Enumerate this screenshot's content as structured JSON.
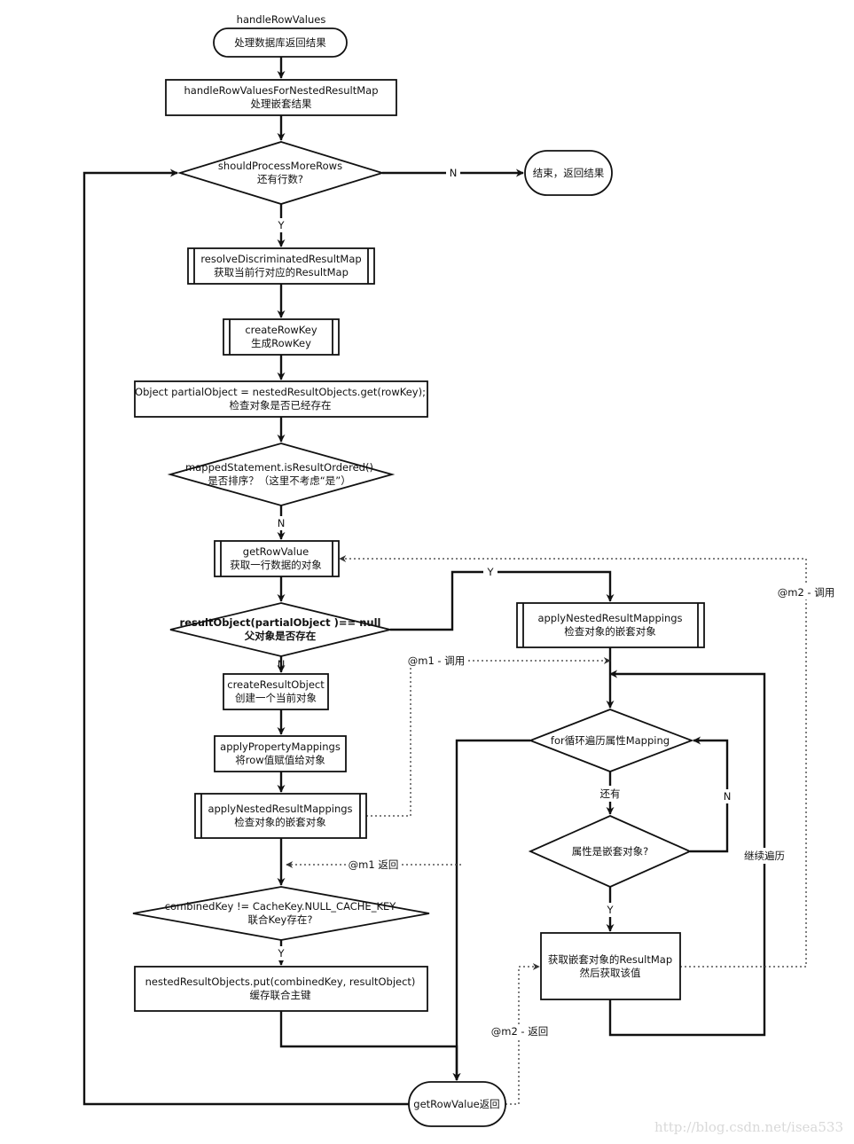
{
  "colors": {
    "line": "#111111",
    "dotted": "#555555",
    "watermark": "#d9d9d9"
  },
  "title": "handleRowValues",
  "nodes": {
    "start": "处理数据库返回结果",
    "nested_results": [
      "handleRowValuesForNestedResultMap",
      "处理嵌套结果"
    ],
    "more_rows": [
      "shouldProcessMoreRows",
      "还有行数?"
    ],
    "end": "结束，返回结果",
    "resolve_map": [
      "resolveDiscriminatedResultMap",
      "获取当前行对应的ResultMap"
    ],
    "create_key": [
      "createRowKey",
      "生成RowKey"
    ],
    "partial_object": [
      "Object partialObject = nestedResultObjects.get(rowKey);",
      "检查对象是否已经存在"
    ],
    "is_ordered": [
      "mappedStatement.isResultOrdered()",
      "是否排序？（这里不考虑“是”）"
    ],
    "get_row_value": [
      "getRowValue",
      "获取一行数据的对象"
    ],
    "result_object": [
      "resultObject(partialObject )== null",
      "父对象是否存在"
    ],
    "create_result_object": [
      "createResultObject",
      "创建一个当前对象"
    ],
    "apply_property": [
      "applyPropertyMappings",
      "将row值赋值给对象"
    ],
    "apply_nested_left": [
      "applyNestedResultMappings",
      "检查对象的嵌套对象"
    ],
    "combined_key": [
      "combinedKey != CacheKey.NULL_CACHE_KEY",
      "联合Key存在?"
    ],
    "put_objects": [
      "nestedResultObjects.put(combinedKey, resultObject)",
      "缓存联合主键"
    ],
    "get_row_value_return": "getRowValue返回",
    "apply_nested_right": [
      "applyNestedResultMappings",
      "检查对象的嵌套对象"
    ],
    "for_loop": "for循环遍历属性Mapping",
    "is_nested": "属性是嵌套对象?",
    "get_nested": [
      "获取嵌套对象的ResultMap",
      "然后获取该值"
    ]
  },
  "labels": {
    "n_end": "N",
    "y_resolve": "Y",
    "n_get_row": "N",
    "y_nested": "Y",
    "n_create": "N",
    "has_more": "还有",
    "n_loop": "N",
    "y_get_nested": "Y",
    "y_put": "Y",
    "continue_loop": "继续遍历",
    "m1_call": "@m1 - 调用",
    "m1_return": "@m1 返回",
    "m2_call": "@m2 - 调用",
    "m2_return": "@m2 - 返回"
  },
  "watermark": "http://blog.csdn.net/isea533"
}
